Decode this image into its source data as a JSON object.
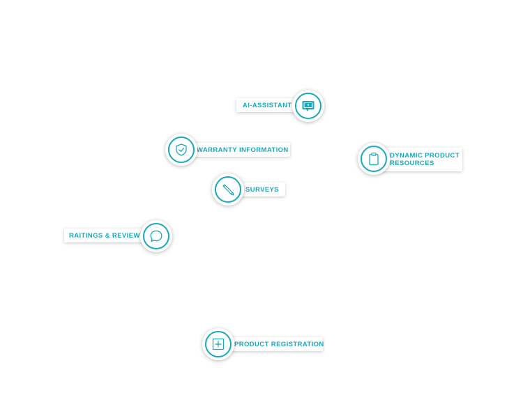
{
  "accent_color": "#18a9bd",
  "features": [
    {
      "id": "ai-assistant",
      "icon": "chat-screen-icon",
      "label": "AI-ASSISTANT"
    },
    {
      "id": "warranty",
      "icon": "shield-check-icon",
      "label": "WARRANTY INFORMATION"
    },
    {
      "id": "dynamic-resources",
      "icon": "clipboard-icon",
      "label_line1": "DYNAMIC PRODUCT",
      "label_line2": "RESOURCES"
    },
    {
      "id": "surveys",
      "icon": "pencil-icon",
      "label": "SURVEYS"
    },
    {
      "id": "ratings",
      "icon": "speech-bubble-icon",
      "label": "RAITINGS & REVIEWS"
    },
    {
      "id": "registration",
      "icon": "plus-square-icon",
      "label": "PRODUCT REGISTRATION"
    }
  ]
}
